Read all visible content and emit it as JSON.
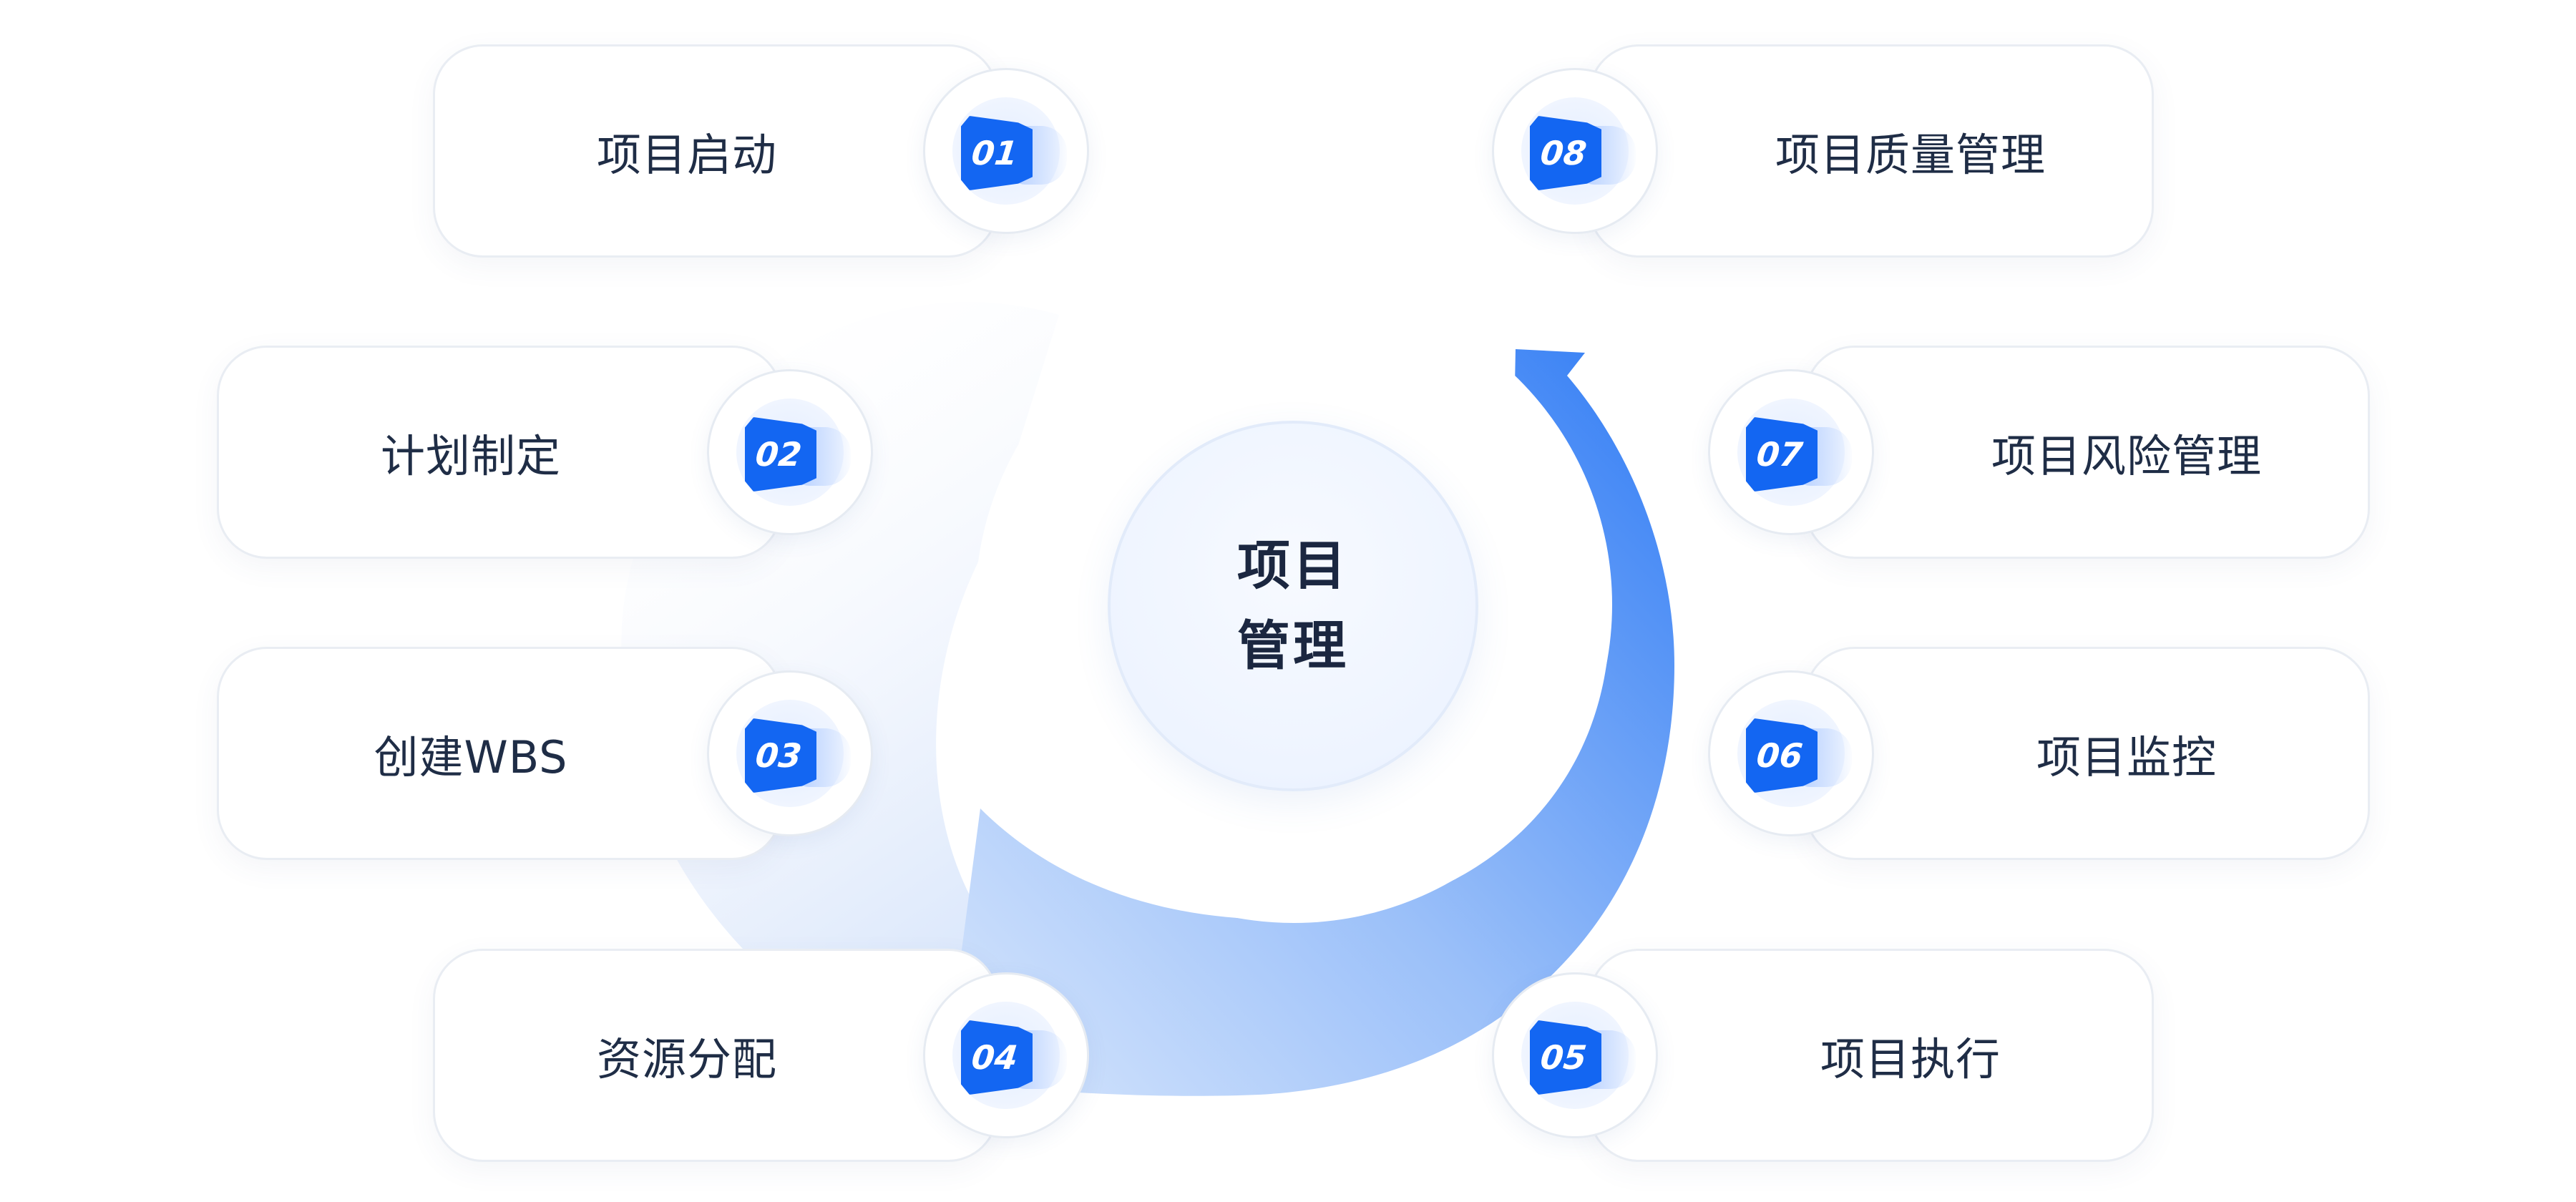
{
  "hub": {
    "line1": "项目",
    "line2": "管理"
  },
  "steps": [
    {
      "num": "01",
      "label": "项目启动"
    },
    {
      "num": "02",
      "label": "计划制定"
    },
    {
      "num": "03",
      "label": "创建WBS"
    },
    {
      "num": "04",
      "label": "资源分配"
    },
    {
      "num": "05",
      "label": "项目执行"
    },
    {
      "num": "06",
      "label": "项目监控"
    },
    {
      "num": "07",
      "label": "项目风险管理"
    },
    {
      "num": "08",
      "label": "项目质量管理"
    }
  ],
  "colors": {
    "accent": "#1366f2",
    "arrow_start": "#c6dcfb",
    "arrow_end": "#3f86f5",
    "text": "#1f2d46"
  }
}
